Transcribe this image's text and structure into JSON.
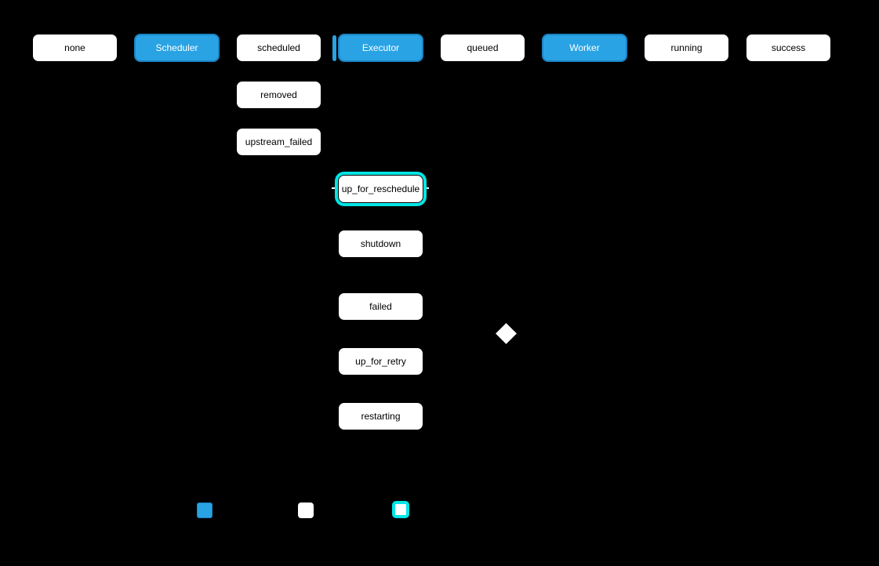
{
  "colors": {
    "background": "#000000",
    "node_fill": "#ffffff",
    "node_text": "#000000",
    "component_fill": "#29a3e4",
    "component_border": "#1b84c4",
    "component_text": "#ffffff",
    "highlight": "#00e6e6"
  },
  "nodes": {
    "top_row": [
      {
        "label": "none",
        "kind": "state"
      },
      {
        "label": "Scheduler",
        "kind": "component"
      },
      {
        "label": "scheduled",
        "kind": "state"
      },
      {
        "label": "Executor",
        "kind": "component"
      },
      {
        "label": "queued",
        "kind": "state"
      },
      {
        "label": "Worker",
        "kind": "component"
      },
      {
        "label": "running",
        "kind": "state"
      },
      {
        "label": "success",
        "kind": "state"
      }
    ],
    "scheduler_branch": [
      {
        "label": "removed",
        "kind": "state"
      },
      {
        "label": "upstream_failed",
        "kind": "state"
      }
    ],
    "executor_branch": [
      {
        "label": "up_for_reschedule",
        "kind": "state",
        "highlighted": true
      },
      {
        "label": "shutdown",
        "kind": "state"
      },
      {
        "label": "failed",
        "kind": "state"
      },
      {
        "label": "up_for_retry",
        "kind": "state"
      },
      {
        "label": "restarting",
        "kind": "state"
      }
    ],
    "decision": {
      "shape": "diamond",
      "label": ""
    }
  },
  "legend": [
    {
      "swatch": "component-blue"
    },
    {
      "swatch": "state-white"
    },
    {
      "swatch": "highlighted-state"
    }
  ]
}
